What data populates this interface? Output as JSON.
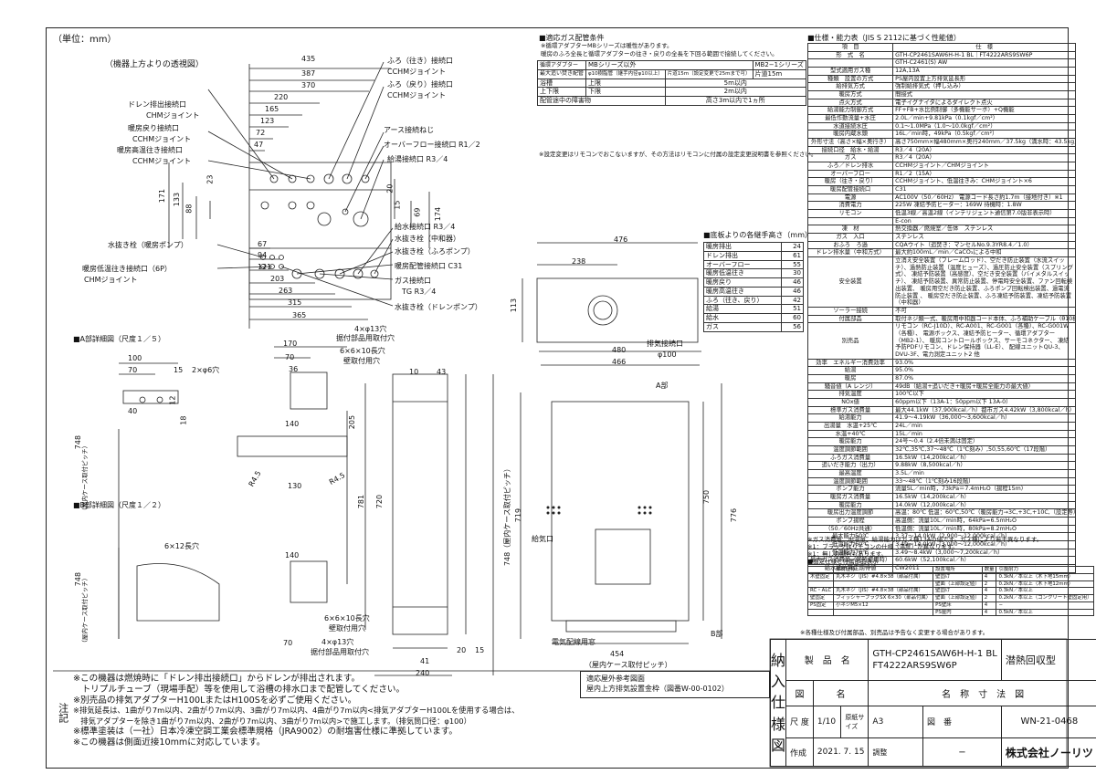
{
  "unit_note": "（単位：mm）",
  "top_view_title": "（機器上方よりの透視図）",
  "top_dims": [
    "435",
    "387",
    "370",
    "220",
    "165",
    "123",
    "72",
    "47"
  ],
  "left_labels": [
    "ドレン排出接続口",
    "CHMジョイント",
    "暖房戻り接続口",
    "CCHMジョイント",
    "暖房高温往き接続口",
    "CCHMジョイント"
  ],
  "right_labels": [
    "ふろ（往き）接続口",
    "CCHMジョイント",
    "ふろ（戻り）接続口",
    "CCHMジョイント",
    "アース接続ねじ",
    "オーバーフロー接続口 R1／2",
    "給湯接続口 R3／4"
  ],
  "right_labels2": [
    "給水接続口 R3／4",
    "水抜き栓（中和器）",
    "水抜き栓（ふろポンプ）",
    "暖房配管接続口 C31",
    "ガス接続口",
    "TG R3／4",
    "水抜き栓（ドレンポンプ）"
  ],
  "mid_left_labels": [
    "水抜き栓（暖房ポンプ）",
    "暖房低温往き接続口（6P）",
    "CHMジョイント"
  ],
  "vert_dims": [
    "171",
    "133",
    "88",
    "23",
    "20",
    "15",
    "69",
    "174"
  ],
  "bottom_dims": [
    "67",
    "94",
    "121",
    "203",
    "263",
    "315",
    "365"
  ],
  "bottom_view": {
    "dim476": "476",
    "dim238": "238",
    "dim113": "113",
    "exhaust_label": "排気接続口",
    "exhaust_dia": "φ100"
  },
  "detail_a": {
    "title": "■A部詳細図（尺度１／５）",
    "d100": "100",
    "d70": "70",
    "d15": "15",
    "holes": "2×φ6穴",
    "d40": "40",
    "d12": "12",
    "d18": "18"
  },
  "detail_b": {
    "title": "■B部詳細図（尺度１／２）",
    "holes": "6×12長穴"
  },
  "pitch_label": "748",
  "pitch_note": "（屋内ケース取付ピッチ）",
  "mounting": {
    "h1": "4×φ13穴",
    "h1b": "据付部品用取付穴",
    "h2": "6×6×10長穴",
    "h2b": "壁取付用穴",
    "d170": "170",
    "d70": "70",
    "d36": "36",
    "d140": "140",
    "d205": "205",
    "r45": "R4.5",
    "d130": "130",
    "d781": "781",
    "d720": "720",
    "d10": "10",
    "d43": "43",
    "d15": "15",
    "d41": "41",
    "d240": "240",
    "d20": "20",
    "d40": "40"
  },
  "front_view": {
    "d480": "480",
    "d466": "466",
    "a_part": "A部",
    "b_part": "B部",
    "d750": "750",
    "d748": "748（屋内ケース取付ピッチ）",
    "d719": "719",
    "d776": "776",
    "exhaust": "給気口",
    "window": "電気配線用窓",
    "d454": "454",
    "pitch": "（屋内ケース取付ピッチ）"
  },
  "gas_note": {
    "title": "■適応ガス配管条件",
    "lines": [
      "※循環アダプターMBシリーズは暖性があります。",
      "暖房のふろ全長と循環アダプターの往き・戻りの全長を下回る範囲で接続してください。"
    ],
    "h1": "循環アダプター",
    "h2": "MBシリーズ以外",
    "h3": "MB2−1シリーズ",
    "rows": [
      [
        "最大追い焚き配管",
        "φ10樹脂管（継手内径φ10以上）",
        "片道15m（設定変更で25mまで可）",
        "片道15m"
      ],
      [
        "浴槽",
        "上限",
        "5m以内",
        ""
      ],
      [
        "上下限",
        "下限",
        "2m以内",
        ""
      ],
      [
        "配管途中の障害物",
        "",
        "高さ3m以内で1ヵ所",
        ""
      ]
    ],
    "foot": "※設定変更はリモコンでおこないますが、その方法はリモコンに付属の設定変更説明書を参照ください。"
  },
  "distance": {
    "title": "■底板よりの各継手高さ（mm）",
    "rows": [
      [
        "暖房排出",
        "24"
      ],
      [
        "ドレン排出",
        "61"
      ],
      [
        "オーバーフロー",
        "55"
      ],
      [
        "暖房低温往き",
        "30"
      ],
      [
        "暖房戻り",
        "46"
      ],
      [
        "暖房高温往き",
        "46"
      ],
      [
        "ふろ（往き、戻り）",
        "42"
      ],
      [
        "給湯",
        "51"
      ],
      [
        "給水",
        "60"
      ],
      [
        "ガス",
        "56"
      ]
    ]
  },
  "spec_title": "■仕様・能力表（JIS S 2112に基づく性能値）",
  "spec_head": [
    "項　目",
    "仕　様"
  ],
  "spec_rows": [
    [
      "形　式　名",
      "GTH-CP2461SAW6H-H-1 BL｜FT4222ARS9SW6P"
    ],
    [
      "",
      "GTH-C2461(S) AW"
    ],
    [
      "型式適用ガス種",
      "12A,13A"
    ],
    [
      "種類　設置の方式",
      "PS屋内設置上方排気延長形"
    ],
    [
      "給排気方式",
      "強制給排気式（押し込み）"
    ],
    [
      "暖房方式",
      "間接式"
    ],
    [
      "点火方式",
      "電子イグナイタによるダイレクト点火"
    ],
    [
      "給湯能力制御方式",
      "FF+FB+水比例制御（多機能サーボ）+Q機能"
    ],
    [
      "最低作動流量+水圧",
      "2.0L／min+9.81kPa（0.1kgf／cm²）"
    ],
    [
      "水道接続水圧",
      "0.1〜1.0MPa（1.0〜10.0kgf／cm²）"
    ],
    [
      "暖房内蔵水頭",
      "16L／min時，49kPa（0.5kgf／cm²）"
    ],
    [
      "外形寸法（高さ×幅×奥行き）",
      "高さ750mm×幅480mm×奥行240mm／37.5kg（満水時：43.5kg）"
    ],
    [
      "接続口径　給水・給湯",
      "R3／4（20A）"
    ],
    [
      "ガス",
      "R3／4（20A）"
    ],
    [
      "ふろ／ドレン排水",
      "CCHMジョイント／CHMジョイント"
    ],
    [
      "オーバーフロー",
      "R1／2（15A）"
    ],
    [
      "暖房（往き・戻り）",
      "CCHMジョイント、低温往きみ：CHMジョイント×6"
    ],
    [
      "暖房配管接続口",
      "C31"
    ],
    [
      "電源",
      "AC100V（50／60Hz） 電源コード長さ約1.7m（接地付き）※1"
    ],
    [
      "消費電力",
      "225W 凍結予防ヒーター：169W 待機時：1.8W"
    ],
    [
      "リモコン",
      "低温3線／高温2線（インテリジェント通信第7.0版非表示時）"
    ],
    [
      "",
      "E-con"
    ],
    [
      "凍　材",
      "熱交換器／燃焼室／缶体　ステンレス"
    ],
    [
      "ガス　入口",
      "ステンレス"
    ],
    [
      "おふろ　ろ過",
      "CQAウイト（追焚き：マンセルNo.9.3YR8.4／1.0）"
    ],
    [
      "ドレン排水量（中和方式）",
      "最大約100mL／min／CaCO₃による中和"
    ],
    [
      "安全装置",
      "立消え安全装置（フレームロッド）、空だき防止装置（水流スイッチ）、過熱防止装置（温度ヒューズ）、過圧防止安全装置（スプリング式）、 凍結予防装置（高感度）、空だき安全装置（バイメタルスイッチ）、 凍結予防装置、異常防止装置、停電時安全装置、ファン回転検出装置、 暖房用空だき防止装置、ふろポンプ回転検出装置、過電流防止装置 、 暖房空だき防止装置、ふろ凍結予防装置、凍結予防装置（中和器）"
    ],
    [
      "ソーラー接続",
      "不可"
    ],
    [
      "付属部品",
      "取付ネジ類一式、暖房用中和器コード本体、ふろ補助ケーブル（θ10樹脂管使用）"
    ],
    [
      "別売品",
      "リモコン（RC-J10D）、RC-A001、RC-G001（各種）、RC-G001W（各種）、 電源ボックス、凍結予防ヒーター、循環アダプター（MB2-1）、 暖房コントロールボックス、サーモコネクター、 凍結予防PDFリモコン、ドレン保持器（LL-E）、 配線ユニットQU-3、DVU-3F、電力測定ユニット2 他"
    ],
    [
      "効率　エネルギー消費効率",
      "93.0%"
    ],
    [
      "給湯",
      "95.0%"
    ],
    [
      "暖房",
      "87.0%"
    ],
    [
      "騒音値（A レンジ）",
      "49dB（給湯+追いだき+暖房+暖房全能力の最大値）"
    ],
    [
      "排気温度",
      "100℃以下"
    ],
    [
      "NOx値",
      "60ppm以下（13A-1：50ppm以下 13A-0）"
    ],
    [
      "標準ガス消費量",
      "最大44.1kW（37,900kcal／h）都市ガス4.42kW（3,800kcal／h）"
    ],
    [
      "給湯能力",
      "41.9〜4.19kW（36,000〜3,600kcal／h）"
    ],
    [
      "出湯量　水温+25℃",
      "24L／min"
    ],
    [
      "水温+40℃",
      "15L／min"
    ],
    [
      "暖房能力",
      "24号〜0.4（2.4倍未満は固定）"
    ],
    [
      "温度調節範囲",
      "32℃,35℃,37〜48℃（1℃刻み）,50,55,60℃（17段階）"
    ],
    [
      "ふろガス消費量",
      "16.5kW（14,200kcal／h）"
    ],
    [
      "追いだき能力（出力）",
      "9.88kW（8,500kcal／h）"
    ],
    [
      "最高温度",
      "3.5L／min"
    ],
    [
      "温度調節範囲",
      "33〜48℃（1℃刻み16段階）"
    ],
    [
      "ポンプ能力",
      "流量5L／min時，73kPa＝7.4mH₂O（揚程15m）"
    ],
    [
      "暖房ガス消費量",
      "16.5kW（14,200kcal／h）"
    ],
    [
      "暖房能力",
      "14.0kW（12,000kcal／h）"
    ],
    [
      "暖房出力温度調節",
      "高温：80℃ 低温：60℃,50℃（暖房能力→3C,+3C,+10C,（設定等）/420"
    ],
    [
      "ポンプ揚程",
      "高温側：流量10L／min時，64kPa=6.5mH₂O"
    ],
    [
      "（50／60Hz共通）",
      "低温側：流量10L／min時，80kPa=8.2mH₂O"
    ],
    [
      "最大能力50℃",
      "3.37〜14.0kW（2,900〜12,000kcal／h）"
    ],
    [
      "低温能力60℃",
      "3.49〜14.0kW（3,000〜12,000kcal／h）"
    ],
    [
      "低温能力70℃",
      "3.49〜8.4kW（3,000〜7,200kcal／h）"
    ],
    [
      "最大ガス消費量（同時使用時）",
      "60.6kW（52,100kcal／h）"
    ],
    [
      "給水抵抗算定期待値",
      "CW2011"
    ]
  ],
  "spec_notes": [
    "※ガス消費量、出湯量、給湯能力はガス種13Aの値です。ガス種により若干異なります。",
    "※1：ブラックはリモコンの仕様（温度）が異なります。",
    "※1：無しの場合もあります。"
  ],
  "fix_title": "■固定仕様と付属部品表示",
  "fix_head": [
    "",
    "部材仕様",
    "設置場所",
    "数量",
    "引抜耐力"
  ],
  "fix_rows": [
    [
      "木壁固定",
      "丸木ネジ（JIS）#4.8×38（部品付属）",
      "壁固け",
      "4",
      "0.3kN／本以上（木下地15mm）"
    ],
    [
      "",
      "",
      "壁面（上部設定値）",
      "2",
      "0.2kN／本以上（木下地12mm）"
    ],
    [
      "RC・ALC",
      "丸木ネジ（JIS）#4.8×38（部品付属）",
      "壁固け",
      "4",
      "0.3kN／本以上"
    ],
    [
      "壁固定",
      "フィッシャープラグSX 6×30（部品付属）",
      "壁面（上部設定値）",
      "2",
      "0.2kN／本以上（コンクリート壁固定用）"
    ],
    [
      "PS固定",
      "小ネジM5×12",
      "PS壁床",
      "4",
      "−"
    ],
    [
      "",
      "",
      "PS屋内",
      "4",
      "0.5kN／本以上"
    ]
  ],
  "fix_note": "※各種仕様及び付属部品、別売品は予告なく変更する場合があります。",
  "notes_label": "注記",
  "notes": [
    "※この機器は燃焼時に「ドレン排出接続口」からドレンが排出されます。",
    "　トリプルチューブ（現場手配）等を使用して浴槽の排水口まで配管してください。",
    "※別売品の排気アダプターH100LまたはH100Sを必ずご使用ください。",
    "※排気延長は、1曲がり7m以内、2曲がり7m以内、3曲がり7m以内、4曲がり7m以内<排気アダプターH100Lを使用する場合は、",
    "　排気アダプターを除き1曲がり7m以内、2曲がり7m以内、3曲がり7m以内>で施工します。（排気筒口径：φ100）",
    "※標準塗装は（一社）日本冷凍空調工業会標準規格（JRA9002）の耐塩害仕様に準拠しています。",
    "※この機器は側面近接10mmに対応しています。"
  ],
  "applicable": [
    "適応屋外参考図面",
    "屋内上方排気設置金枠（図番W-00-0102）"
  ],
  "title_block": {
    "nyu1": "納",
    "nyu2": "入",
    "nyu3": "仕",
    "nyu4": "様",
    "nyu5": "図",
    "product_label": "製　品　名",
    "model1": "GTH-CP2461SAW6H-H-1 BL",
    "model2": "FT4222ARS9SW6P",
    "type": "潜熱回収型",
    "zu": "図",
    "mei": "名",
    "drawing_name": "名　称　寸　法　図",
    "scale_label": "尺 度",
    "scale": "1/10",
    "paper_label": "原紙サイズ",
    "paper": "A3",
    "zuban_label": "図　番",
    "zuban": "WN-21-0468",
    "date_label": "作成",
    "date": "2021. 7. 15",
    "adjust": "調整",
    "dash": "−",
    "company": "株式会社ノーリツ"
  }
}
